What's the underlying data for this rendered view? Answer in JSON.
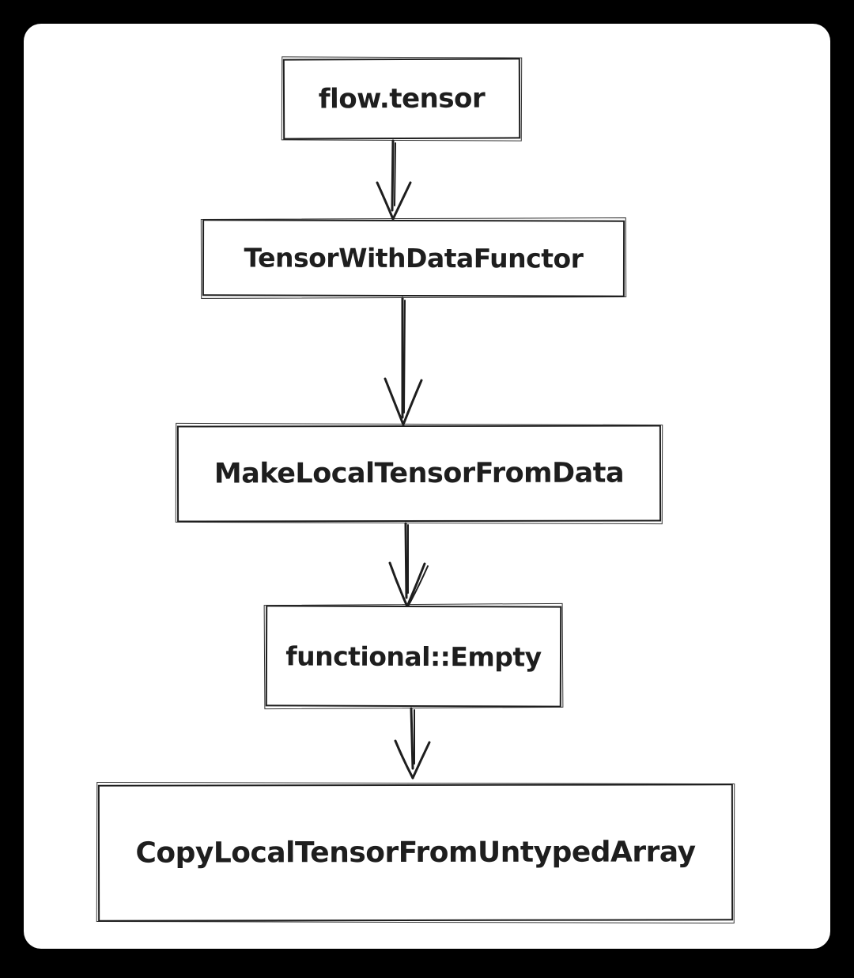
{
  "diagram": {
    "type": "flowchart",
    "direction": "top-down",
    "style": "hand-drawn",
    "colors": {
      "frame_background": "#000000",
      "canvas_background": "#ffffff",
      "stroke": "#1e1e1e",
      "text": "#1e1e1e"
    },
    "nodes": [
      {
        "label": "flow.tensor"
      },
      {
        "label": "TensorWithDataFunctor"
      },
      {
        "label": "MakeLocalTensorFromData"
      },
      {
        "label": "functional::Empty"
      },
      {
        "label": "CopyLocalTensorFromUntypedArray"
      }
    ],
    "edges": [
      {
        "from": "flow.tensor",
        "to": "TensorWithDataFunctor"
      },
      {
        "from": "TensorWithDataFunctor",
        "to": "MakeLocalTensorFromData"
      },
      {
        "from": "MakeLocalTensorFromData",
        "to": "functional::Empty"
      },
      {
        "from": "functional::Empty",
        "to": "CopyLocalTensorFromUntypedArray"
      }
    ]
  }
}
